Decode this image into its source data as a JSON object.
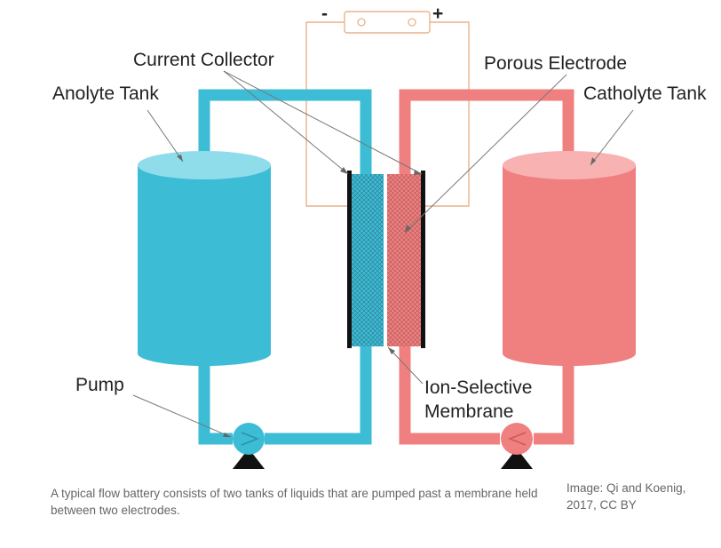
{
  "labels": {
    "minus": "-",
    "plus": "+",
    "current_collector": "Current Collector",
    "porous_electrode": "Porous Electrode",
    "anolyte_tank": "Anolyte Tank",
    "catholyte_tank": "Catholyte Tank",
    "pump": "Pump",
    "membrane_line1": "Ion-Selective",
    "membrane_line2": "Membrane"
  },
  "caption": "A typical flow battery consists of two tanks of liquids that are pumped past a membrane held between two electrodes.",
  "credit": "Image: Qi and Koenig, 2017, CC BY",
  "colors": {
    "anolyte": "#3dbcd6",
    "anolyte_top": "#8fdceb",
    "catholyte": "#f08080",
    "catholyte_top": "#f8b2b2",
    "circuit_wire": "#e8b48a",
    "pump_base": "#111111"
  }
}
